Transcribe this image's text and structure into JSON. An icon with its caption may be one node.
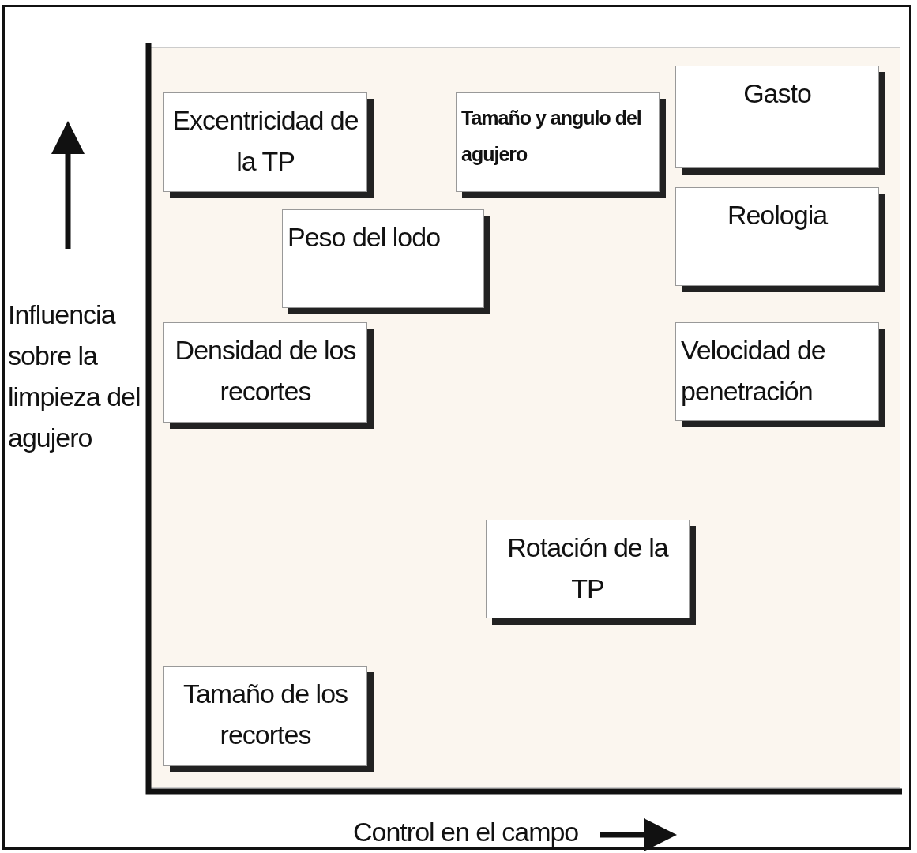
{
  "diagram": {
    "nodes": [
      {
        "text": [
          "Excentricidad de la TP"
        ]
      },
      {
        "text": [
          "Tamaño y angulo del agujero"
        ]
      },
      {
        "text": [
          "Gasto"
        ]
      },
      {
        "text": [
          "Peso del lodo"
        ]
      },
      {
        "text": [
          "Reologia"
        ]
      },
      {
        "text": [
          "Densidad de los recortes"
        ]
      },
      {
        "text": [
          "Velocidad de penetración"
        ]
      },
      {
        "text": [
          "Rotación de la TP"
        ]
      },
      {
        "text": [
          "Tamaño de los recortes"
        ]
      }
    ],
    "labels": [
      "Influencia sobre la limpieza del agujero",
      "Control en el campo"
    ]
  }
}
